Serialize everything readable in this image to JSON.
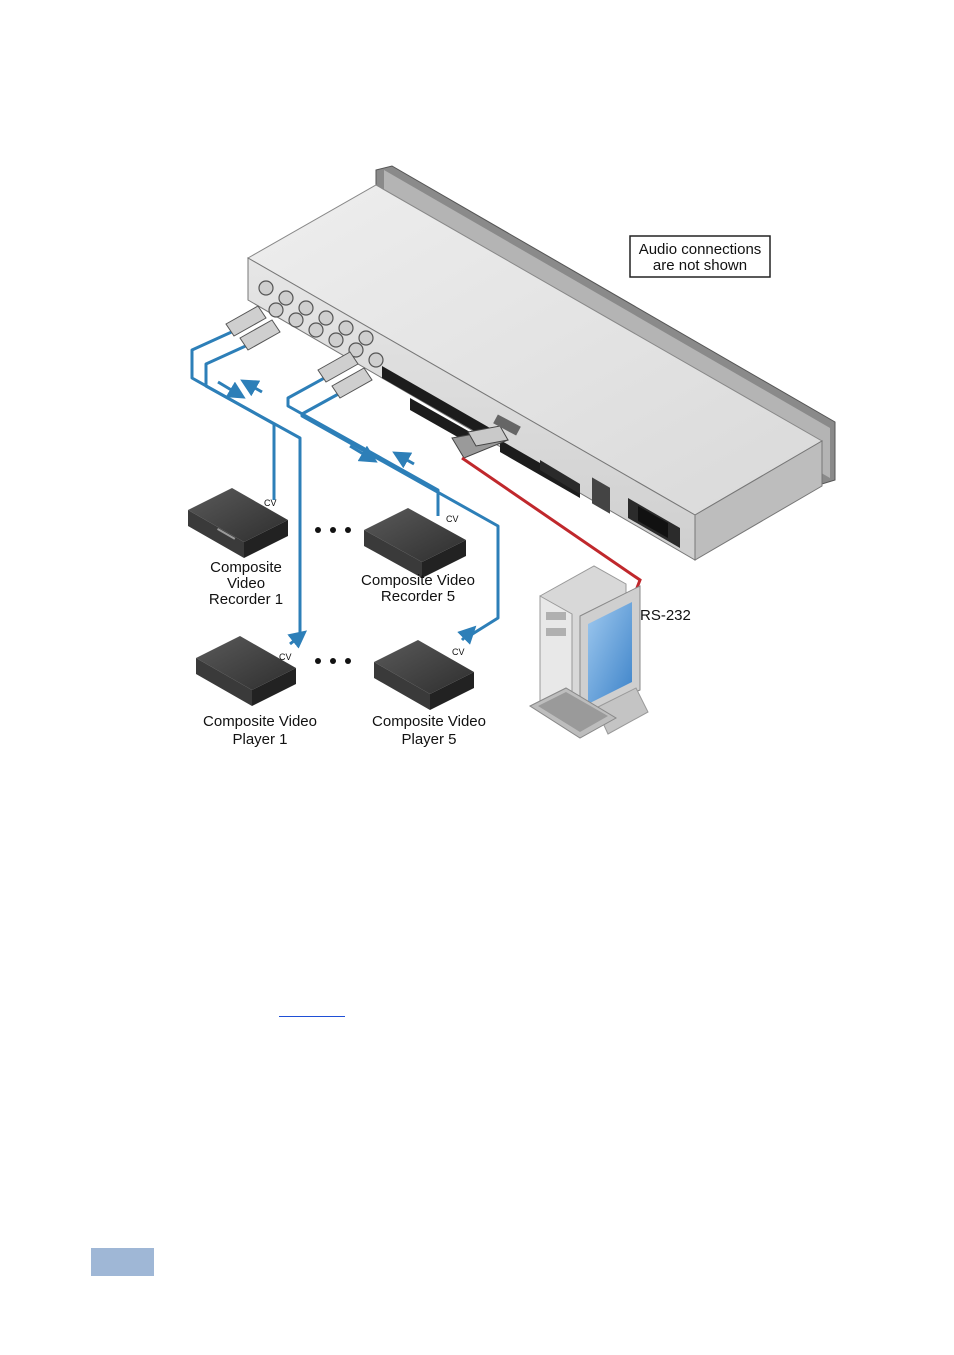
{
  "callout": {
    "line1": "Audio connections",
    "line2": "are not shown"
  },
  "rs232_label": "RS-232",
  "cv_label": "CV",
  "devices": {
    "recorder1": [
      "Composite",
      "Video",
      "Recorder 1"
    ],
    "recorder5": [
      "Composite Video",
      "Recorder 5"
    ],
    "player1": [
      "Composite Video",
      "Player 1"
    ],
    "player5": [
      "Composite Video",
      "Player 5"
    ]
  },
  "colors": {
    "video_cable": "#2d7fb8",
    "rs232_cable": "#c0282c",
    "page_tab": "#9fb7d6",
    "link": "#1f4fd6"
  }
}
